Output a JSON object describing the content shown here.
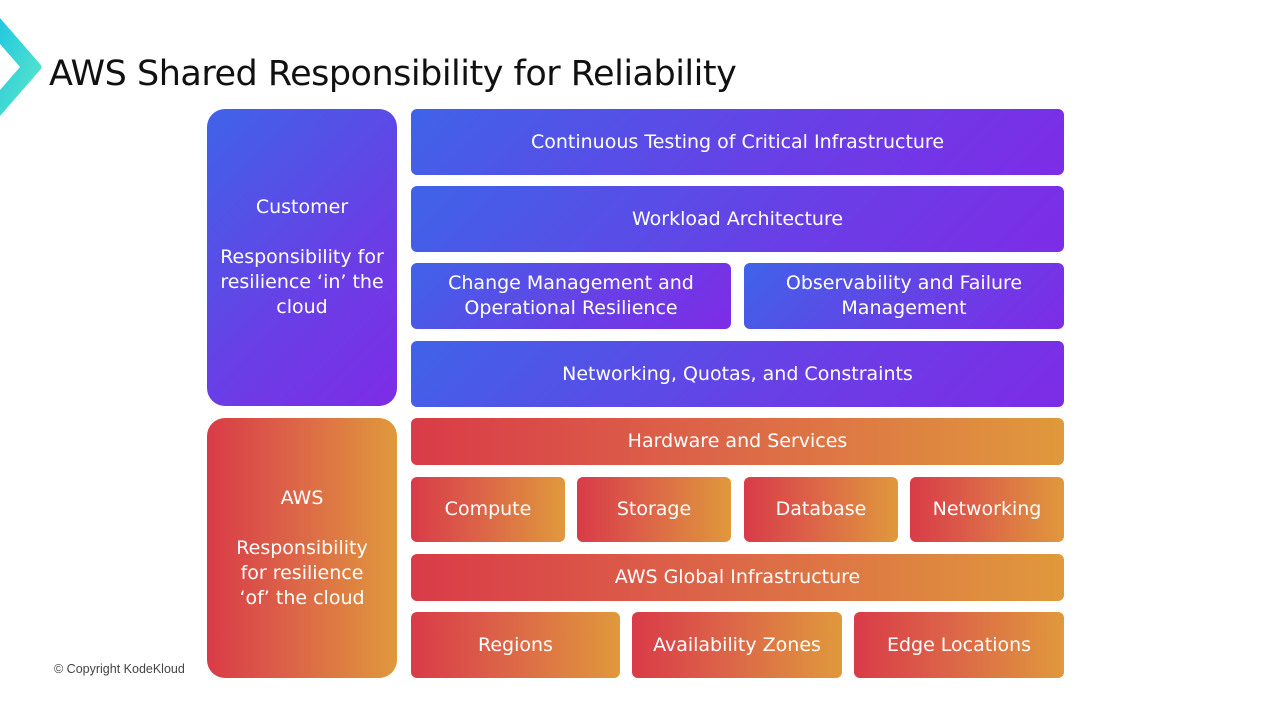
{
  "title": "AWS Shared Responsibility for Reliability",
  "customer": {
    "heading": "Customer",
    "description": "Responsibility for resilience ‘in’ the cloud"
  },
  "aws": {
    "heading": "AWS",
    "description": "Responsibility for resilience ‘of’ the cloud"
  },
  "customer_layers": {
    "testing": "Continuous Testing of Critical Infrastructure",
    "workload": "Workload Architecture",
    "change": "Change Management and Operational Resilience",
    "observability": "Observability and Failure Management",
    "networking": "Networking, Quotas, and Constraints"
  },
  "aws_layers": {
    "hardware": "Hardware and Services",
    "services": [
      "Compute",
      "Storage",
      "Database",
      "Networking"
    ],
    "global": "AWS Global Infrastructure",
    "infra": [
      "Regions",
      "Availability Zones",
      "Edge Locations"
    ]
  },
  "copyright": "© Copyright KodeKloud",
  "colors": {
    "blue_start": "#3f63e8",
    "blue_end": "#7d2ce6",
    "orange_start": "#d93b48",
    "orange_end": "#e0993c",
    "logo": "#2fd6d6"
  }
}
